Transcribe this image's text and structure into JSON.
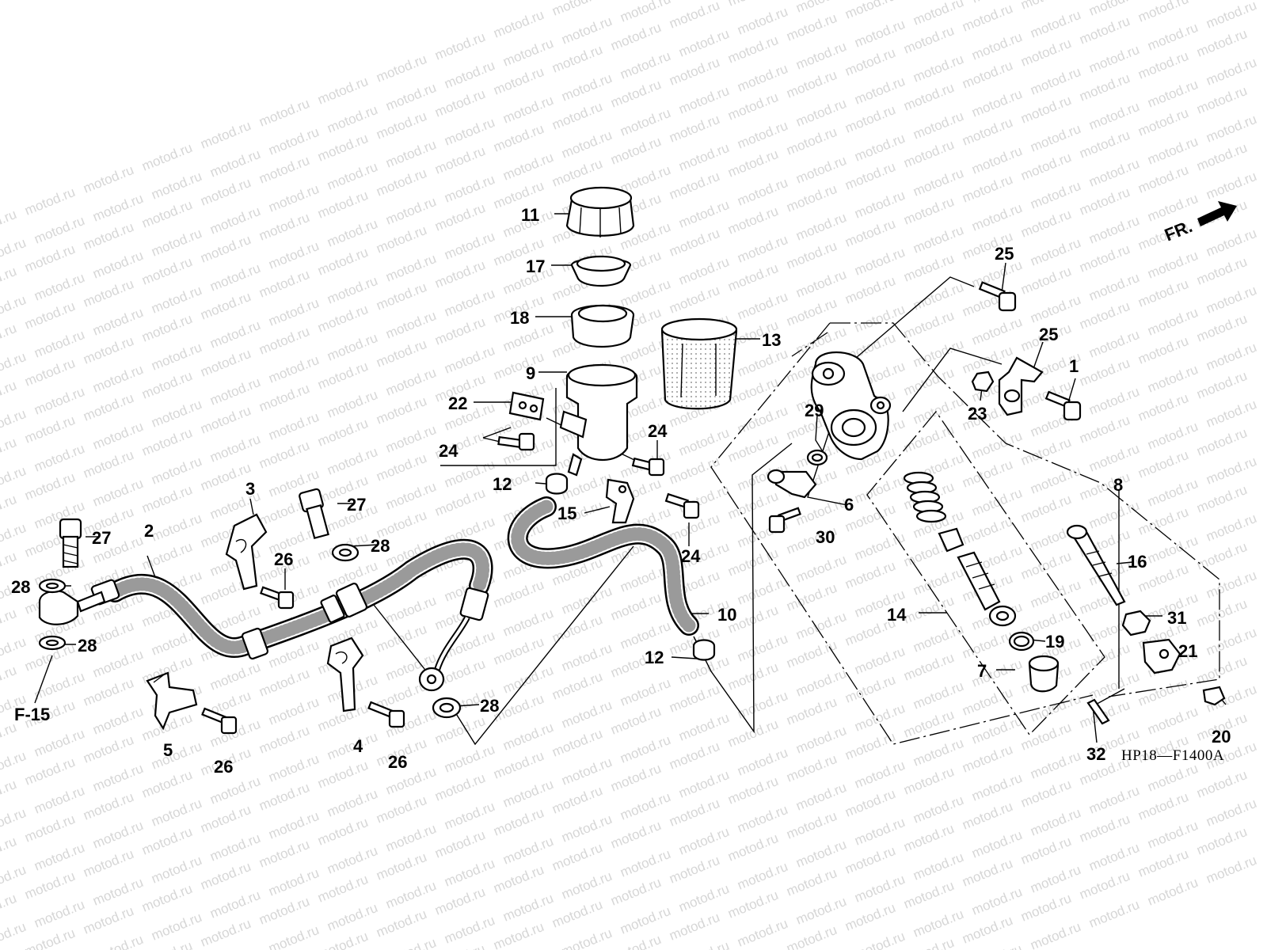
{
  "diagram": {
    "diagram_code": "HP18—F1400A",
    "front_indicator": "FR.",
    "reference": "F-15",
    "watermark_text": "motod.ru",
    "callouts": [
      {
        "id": "11",
        "text": "11"
      },
      {
        "id": "17",
        "text": "17"
      },
      {
        "id": "18",
        "text": "18"
      },
      {
        "id": "13",
        "text": "13"
      },
      {
        "id": "9",
        "text": "9"
      },
      {
        "id": "22",
        "text": "22"
      },
      {
        "id": "24a",
        "text": "24"
      },
      {
        "id": "24b",
        "text": "24"
      },
      {
        "id": "24c",
        "text": "24"
      },
      {
        "id": "12a",
        "text": "12"
      },
      {
        "id": "12b",
        "text": "12"
      },
      {
        "id": "15",
        "text": "15"
      },
      {
        "id": "10",
        "text": "10"
      },
      {
        "id": "3",
        "text": "3"
      },
      {
        "id": "27a",
        "text": "27"
      },
      {
        "id": "27b",
        "text": "27"
      },
      {
        "id": "28a",
        "text": "28"
      },
      {
        "id": "28b",
        "text": "28"
      },
      {
        "id": "28c",
        "text": "28"
      },
      {
        "id": "28d",
        "text": "28"
      },
      {
        "id": "2",
        "text": "2"
      },
      {
        "id": "26a",
        "text": "26"
      },
      {
        "id": "26b",
        "text": "26"
      },
      {
        "id": "26c",
        "text": "26"
      },
      {
        "id": "5",
        "text": "5"
      },
      {
        "id": "4",
        "text": "4"
      },
      {
        "id": "25a",
        "text": "25"
      },
      {
        "id": "25b",
        "text": "25"
      },
      {
        "id": "1",
        "text": "1"
      },
      {
        "id": "23",
        "text": "23"
      },
      {
        "id": "29",
        "text": "29"
      },
      {
        "id": "6",
        "text": "6"
      },
      {
        "id": "30",
        "text": "30"
      },
      {
        "id": "8",
        "text": "8"
      },
      {
        "id": "16",
        "text": "16"
      },
      {
        "id": "31",
        "text": "31"
      },
      {
        "id": "21",
        "text": "21"
      },
      {
        "id": "14",
        "text": "14"
      },
      {
        "id": "19",
        "text": "19"
      },
      {
        "id": "7",
        "text": "7"
      },
      {
        "id": "20",
        "text": "20"
      },
      {
        "id": "32",
        "text": "32"
      }
    ]
  }
}
